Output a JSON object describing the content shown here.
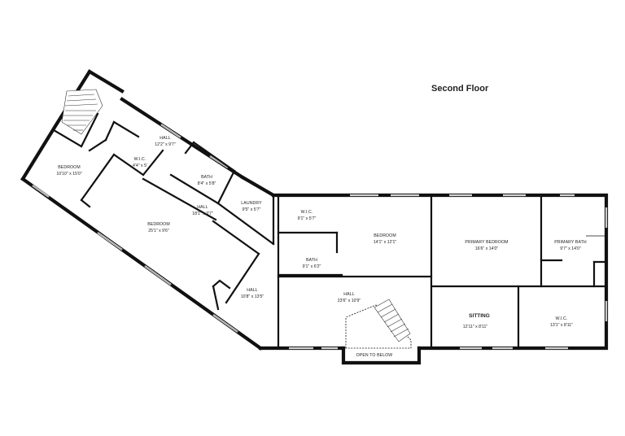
{
  "title": "Second Floor",
  "rooms": {
    "bedroom_left": {
      "name": "BEDROOM",
      "dim": "10'10\" x 15'0\""
    },
    "hall_top": {
      "name": "HALL",
      "dim": "12'2\" x 9'7\""
    },
    "wic_left": {
      "name": "W.I.C.",
      "dim": "4'4\" x 5'"
    },
    "bath_upper": {
      "name": "BATH",
      "dim": "8'4\" x 5'8\""
    },
    "laundry": {
      "name": "LAUNDRY",
      "dim": "9'5\" x 5'7\""
    },
    "hall_mid": {
      "name": "HALL",
      "dim": "18'1\" x 3'7\""
    },
    "bedroom_large": {
      "name": "BEDROOM",
      "dim": "25'1\" x 9'6\""
    },
    "hall_corner": {
      "name": "HALL",
      "dim": "10'8\" x 13'5\""
    },
    "wic_center": {
      "name": "W.I.C.",
      "dim": "9'1\" x 5'7\""
    },
    "bath_center": {
      "name": "BATH",
      "dim": "9'1\" x 6'2\""
    },
    "bedroom_center": {
      "name": "BEDROOM",
      "dim": "14'1\" x 12'1\""
    },
    "hall_main": {
      "name": "HALL",
      "dim": "23'6\" x 10'9\""
    },
    "open_below": {
      "name": "OPEN TO BELOW"
    },
    "primary_bedroom": {
      "name": "PRIMARY BEDROOM",
      "dim": "16'6\" x 14'0\""
    },
    "primary_bath": {
      "name": "PRIMARY BATH",
      "dim": "9'7\" x 14'0\""
    },
    "sitting": {
      "name": "SITTING",
      "dim": "12'11\" x 8'11\""
    },
    "wic_right": {
      "name": "W.I.C.",
      "dim": "13'1\" x 8'11\""
    }
  }
}
